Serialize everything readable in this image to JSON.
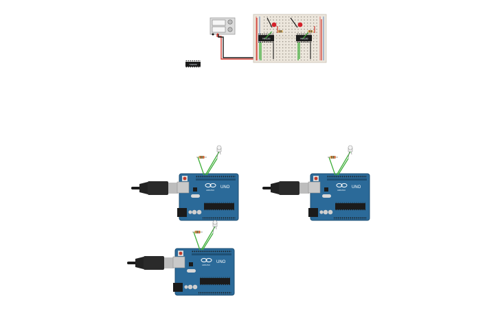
{
  "canvas": {
    "background": "#ffffff"
  },
  "colors": {
    "board": "#2b6a99",
    "board_dark": "#1e4f74",
    "wire_green": "#3fae3a",
    "wire_red": "#d33a2f",
    "wire_black": "#1a1a1a",
    "breadboard": "#ece6dc",
    "led_red": "#d4202a",
    "psu_body": "#dcdcdc"
  },
  "arduinos": [
    {
      "label": "UNO",
      "brand": "ARDUINO"
    },
    {
      "label": "UNO",
      "brand": "ARDUINO"
    },
    {
      "label": "UNO",
      "brand": "ARDUINO"
    }
  ],
  "chips": {
    "ic1": "74HC00",
    "ic2": "74HC00",
    "loose": "74HC00"
  },
  "icons": [
    "power-supply-icon",
    "breadboard-icon",
    "arduino-uno-icon",
    "usb-cable-icon",
    "led-icon",
    "resistor-icon",
    "ic-chip-icon"
  ]
}
